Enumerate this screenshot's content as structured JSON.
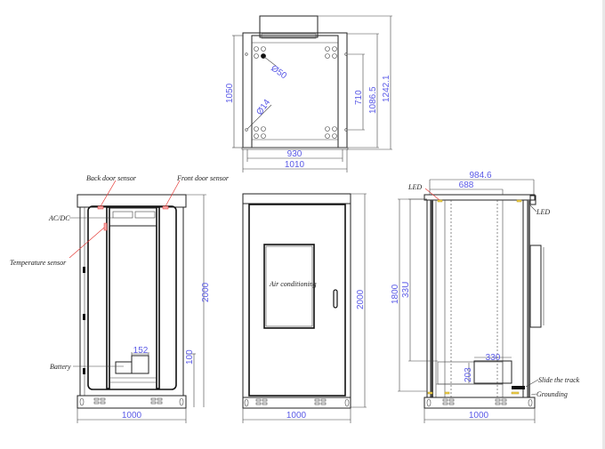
{
  "top_view": {
    "dimensions": {
      "inner_width": "930",
      "outer_width": "1010",
      "depth": "1050",
      "hole_spacing": "710",
      "depth_with_door": "1086.5",
      "depth_total": "1242.1",
      "large_hole": "Ø50",
      "small_hole": "Ø14"
    }
  },
  "back_view": {
    "labels": {
      "back_door_sensor": "Back door sensor",
      "front_door_sensor": "Front door sensor",
      "acdc": "AC/DC",
      "temperature_sensor": "Temperature sensor",
      "battery": "Battery"
    },
    "dimensions": {
      "height": "2000",
      "base_height": "100",
      "battery_width": "152",
      "width": "1000"
    }
  },
  "front_view": {
    "labels": {
      "air_conditioning": "Air conditioning"
    },
    "dimensions": {
      "height": "2000",
      "width": "1000"
    }
  },
  "side_view": {
    "labels": {
      "led_left": "LED",
      "led_right": "LED",
      "slide_track": "Slide the track",
      "grounding": "Grounding"
    },
    "dimensions": {
      "top_outer": "984.6",
      "top_inner": "688",
      "rack_height": "1800",
      "rack_units": "33U",
      "shelf_width": "330",
      "shelf_height": "203",
      "width": "1000"
    }
  },
  "colors": {
    "dimension_text": "#5a5ae6",
    "sensor_leader": "#e53935",
    "led_marker": "#f2d04a"
  }
}
